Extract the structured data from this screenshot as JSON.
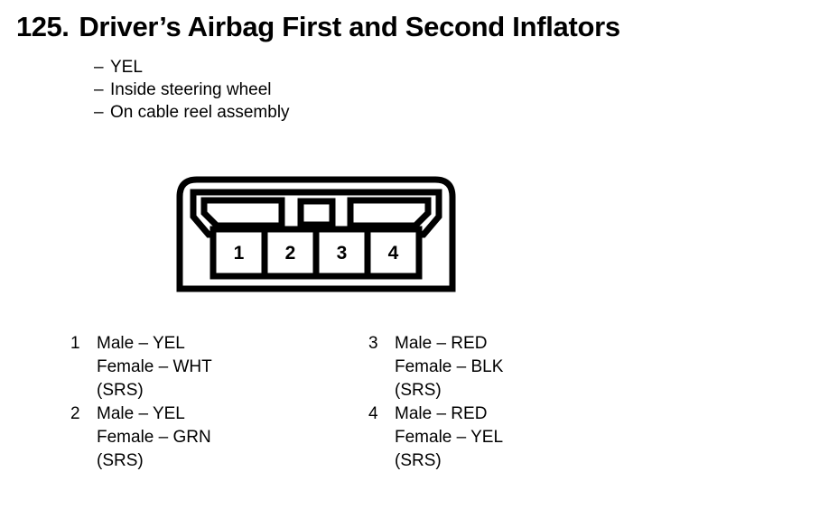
{
  "page": {
    "background_color": "#ffffff",
    "ink_color": "#000000"
  },
  "header": {
    "number": "125.",
    "title": "Driver’s Airbag First and Second Inflators"
  },
  "notes": {
    "bullet_glyph": "–",
    "items": [
      {
        "text": "YEL"
      },
      {
        "text": "Inside steering wheel"
      },
      {
        "text": "On cable reel assembly"
      }
    ]
  },
  "connector": {
    "name": "4-way connector face view",
    "cavity_count": 4,
    "cavity_labels": [
      "1",
      "2",
      "3",
      "4"
    ],
    "features": [
      "left-keyway-slot",
      "center-square-notch",
      "right-keyway-slot"
    ]
  },
  "legend": {
    "left_column": [
      {
        "pin": "1",
        "male": "Male – YEL",
        "female": "Female – WHT",
        "system": "(SRS)"
      },
      {
        "pin": "2",
        "male": "Male – YEL",
        "female": "Female – GRN",
        "system": "(SRS)"
      }
    ],
    "right_column": [
      {
        "pin": "3",
        "male": "Male – RED",
        "female": "Female – BLK",
        "system": "(SRS)"
      },
      {
        "pin": "4",
        "male": "Male – RED",
        "female": "Female – YEL",
        "system": "(SRS)"
      }
    ]
  }
}
